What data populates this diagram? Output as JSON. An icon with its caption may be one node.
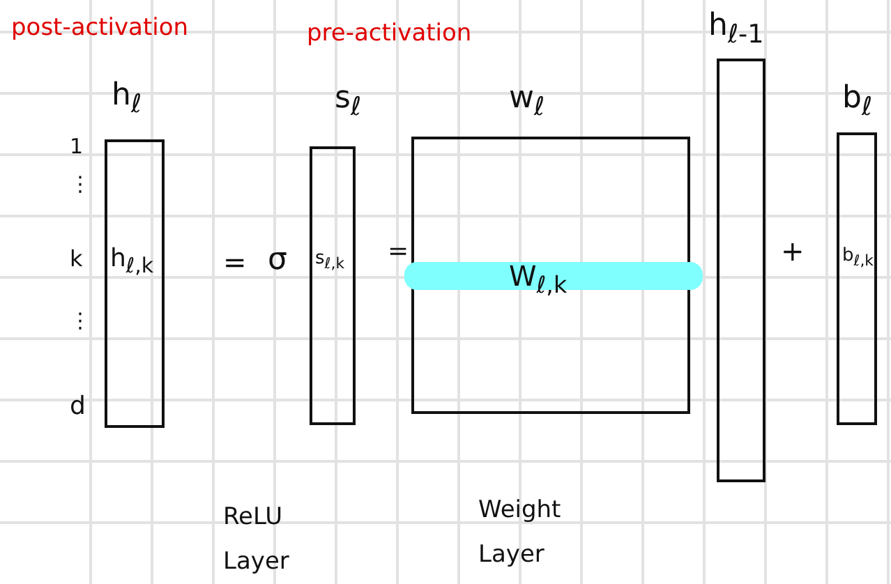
{
  "diagram": {
    "nodes": [
      {
        "text": [
          "h$_{ℓ}$",
          "h$_{ℓ,k}$"
        ]
      },
      {
        "text": [
          "s$_{ℓ}$",
          "s$_{ℓ,k}$"
        ]
      },
      {
        "text": [
          "w$_{ℓ}$"
        ]
      },
      {
        "text": [
          "W$_{ℓ,k}$"
        ],
        "in": 2
      },
      {
        "text": [
          "h$_{ℓ-1}$"
        ]
      },
      {
        "text": [
          "b$_{ℓ}$",
          "b$_{ℓ,k}$"
        ]
      }
    ],
    "edges": [],
    "labels": [
      "post-activation",
      "pre-activation",
      "1",
      "⋮",
      "k",
      "⋮",
      "d",
      "=",
      "σ",
      "=",
      "+",
      "ReLU Layer",
      "Weight Layer"
    ]
  }
}
